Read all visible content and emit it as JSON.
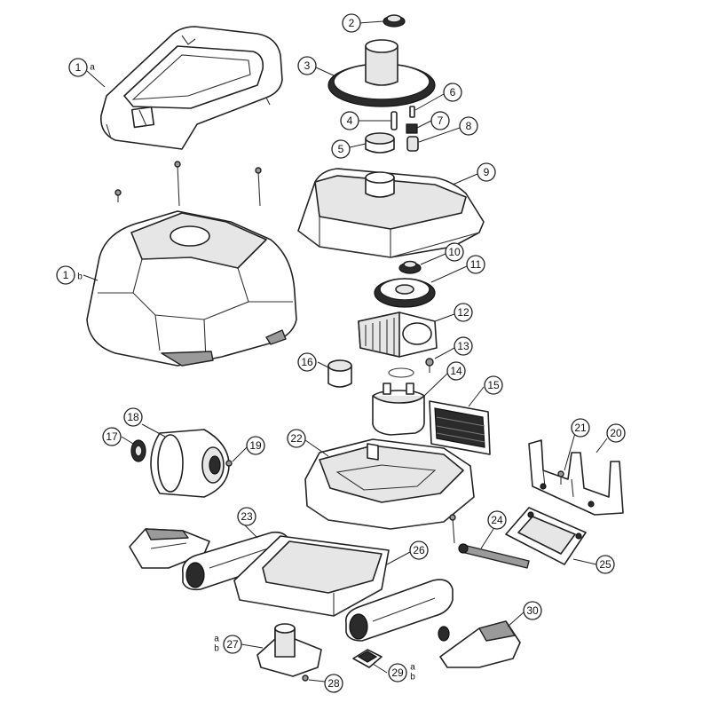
{
  "callouts": [
    {
      "id": "1a",
      "number": "1",
      "sub": "a"
    },
    {
      "id": "1b",
      "number": "1",
      "sub": "b"
    },
    {
      "id": "2",
      "number": "2"
    },
    {
      "id": "3",
      "number": "3"
    },
    {
      "id": "4",
      "number": "4"
    },
    {
      "id": "5",
      "number": "5"
    },
    {
      "id": "6",
      "number": "6"
    },
    {
      "id": "7",
      "number": "7"
    },
    {
      "id": "8",
      "number": "8"
    },
    {
      "id": "9",
      "number": "9"
    },
    {
      "id": "10",
      "number": "10"
    },
    {
      "id": "11",
      "number": "11"
    },
    {
      "id": "12",
      "number": "12"
    },
    {
      "id": "13",
      "number": "13"
    },
    {
      "id": "14",
      "number": "14"
    },
    {
      "id": "15",
      "number": "15"
    },
    {
      "id": "16",
      "number": "16"
    },
    {
      "id": "17",
      "number": "17"
    },
    {
      "id": "18",
      "number": "18"
    },
    {
      "id": "19",
      "number": "19"
    },
    {
      "id": "20",
      "number": "20"
    },
    {
      "id": "21",
      "number": "21"
    },
    {
      "id": "22",
      "number": "22"
    },
    {
      "id": "23",
      "number": "23"
    },
    {
      "id": "24",
      "number": "24"
    },
    {
      "id": "25",
      "number": "25"
    },
    {
      "id": "26",
      "number": "26"
    },
    {
      "id": "27",
      "number": "27",
      "sub_lines": [
        "a",
        "b"
      ]
    },
    {
      "id": "28",
      "number": "28"
    },
    {
      "id": "29",
      "number": "29",
      "sub_lines": [
        "a",
        "b"
      ]
    },
    {
      "id": "30",
      "number": "30"
    }
  ]
}
